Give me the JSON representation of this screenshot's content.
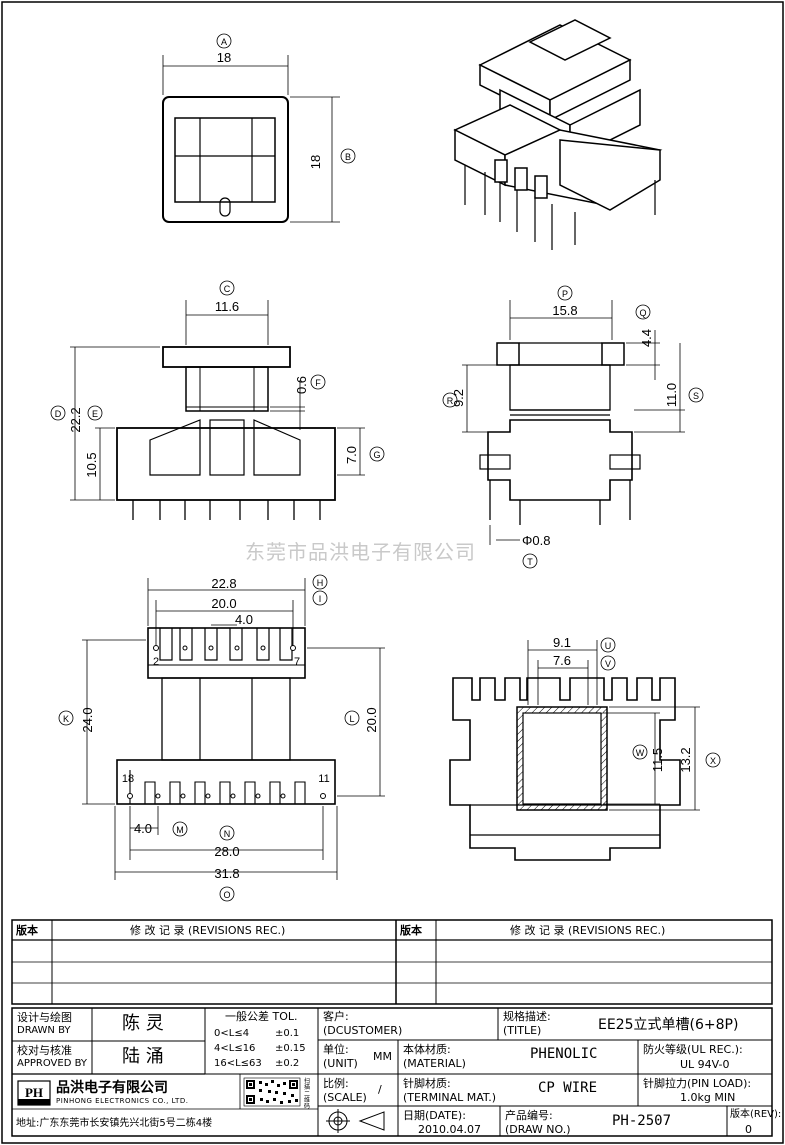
{
  "watermark": "东莞市品洪电子有限公司",
  "top_view": {
    "dims": [
      {
        "letter": "A",
        "value": "18"
      },
      {
        "letter": "B",
        "value": "18"
      }
    ]
  },
  "front_view": {
    "dims": [
      {
        "letter": "C",
        "value": "11.6"
      },
      {
        "letter": "D",
        "value": "22.2"
      },
      {
        "letter": "E",
        "value": "10.5"
      },
      {
        "letter": "F",
        "value": "0.6"
      },
      {
        "letter": "G",
        "value": "7.0"
      }
    ]
  },
  "side_view": {
    "dims": [
      {
        "letter": "P",
        "value": "15.8"
      },
      {
        "letter": "Q",
        "value": "4.4"
      },
      {
        "letter": "R",
        "value": "9.2"
      },
      {
        "letter": "S",
        "value": "11.0"
      },
      {
        "letter": "T",
        "value": "Φ0.8"
      }
    ]
  },
  "bottom_view": {
    "dims": [
      {
        "letter": "H",
        "value": "22.8"
      },
      {
        "letter": "I",
        "value": "20.0"
      },
      {
        "letter": "",
        "value": "4.0"
      },
      {
        "letter": "K",
        "value": "24.0"
      },
      {
        "letter": "L",
        "value": "20.0"
      },
      {
        "letter": "M",
        "value": "4.0"
      },
      {
        "letter": "N",
        "value": "28.0"
      },
      {
        "letter": "O",
        "value": "31.8"
      }
    ],
    "pin_labels": [
      "2",
      "7",
      "18",
      "11"
    ]
  },
  "section_view": {
    "dims": [
      {
        "letter": "U",
        "value": "9.1"
      },
      {
        "letter": "V",
        "value": "7.6"
      },
      {
        "letter": "W",
        "value": "11.5"
      },
      {
        "letter": "X",
        "value": "13.2"
      }
    ]
  },
  "revisions": {
    "col_version": "版本",
    "col_record": "修 改 记 录 (REVISIONS REC.)"
  },
  "title_block": {
    "designed_label": "设计与绘图",
    "designed_label_en": "DRAWN BY",
    "designed_name": "陈 灵",
    "checked_label": "校对与核准",
    "checked_label_en": "APPROVED BY",
    "checked_name": "陆 涌",
    "tol_title": "一般公差 TOL.",
    "tol_rows": [
      {
        "range": "0<L≤4",
        "tol": "±0.1"
      },
      {
        "range": "4<L≤16",
        "tol": "±0.15"
      },
      {
        "range": "16<L≤63",
        "tol": "±0.2"
      }
    ],
    "customer_label": "客户:",
    "customer_value": "(DCUSTOMER)",
    "unit_label": "单位:",
    "unit_label_en": "(UNIT)",
    "unit_value": "MM",
    "scale_label": "比例:",
    "scale_label_en": "(SCALE)",
    "scale_value": "/",
    "spec_label": "规格描述:",
    "spec_label_en": "(TITLE)",
    "spec_value": "EE25立式单槽(6+8P)",
    "material_label": "本体材质:",
    "material_label_en": "(MATERIAL)",
    "material_value": "PHENOLIC",
    "flame_label": "防火等级(UL REC.):",
    "flame_value": "UL 94V-0",
    "terminal_label": "针脚材质:",
    "terminal_label_en": "(TERMINAL MAT.)",
    "terminal_value": "CP WIRE",
    "pinload_label": "针脚拉力(PIN LOAD):",
    "pinload_value": "1.0kg MIN",
    "date_label": "日期(DATE):",
    "date_value": "2010.04.07",
    "drawno_label": "产品编号:",
    "drawno_label_en": "(DRAW NO.)",
    "drawno_value": "PH-2507",
    "rev_label": "版本(REV):",
    "rev_value": "0",
    "company_logo": "PH",
    "company_name": "品洪电子有限公司",
    "company_name_en": "PINHONG ELECTRONICS CO., LTD.",
    "company_address": "地址:广东东莞市长安镇先兴北街5号二栋4楼",
    "qr_caption": "扫描二维码"
  }
}
